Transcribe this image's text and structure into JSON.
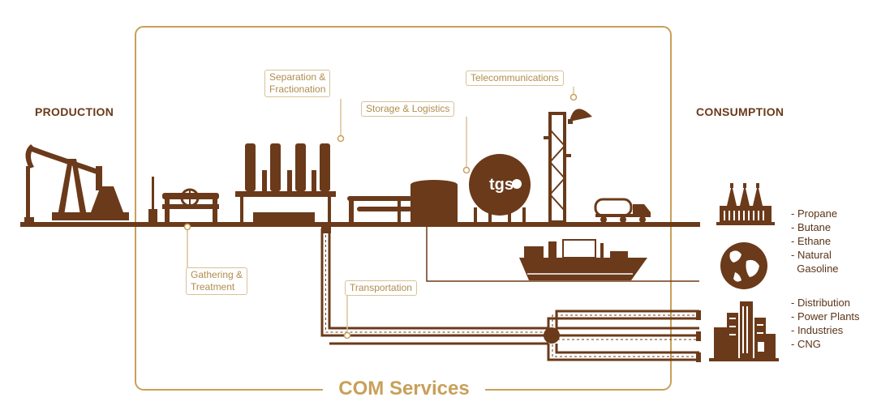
{
  "sections": {
    "production": "PRODUCTION",
    "consumption": "CONSUMPTION",
    "com_services": "COM Services"
  },
  "callouts": {
    "separation_line1": "Separation &",
    "separation_line2": "Fractionation",
    "storage": "Storage & Logistics",
    "telecom": "Telecommunications",
    "gathering_line1": "Gathering &",
    "gathering_line2": "Treatment",
    "transportation": "Transportation"
  },
  "logo_text": "tgs",
  "products": [
    "- Propane",
    "- Butane",
    "- Ethane",
    "- Natural",
    "  Gasoline"
  ],
  "uses": [
    "- Distribution",
    "- Power Plants",
    "- Industries",
    "- CNG"
  ],
  "colors": {
    "brown": "#6b3a1a",
    "gold": "#c8a05a",
    "callout_border": "#d8c29a"
  }
}
